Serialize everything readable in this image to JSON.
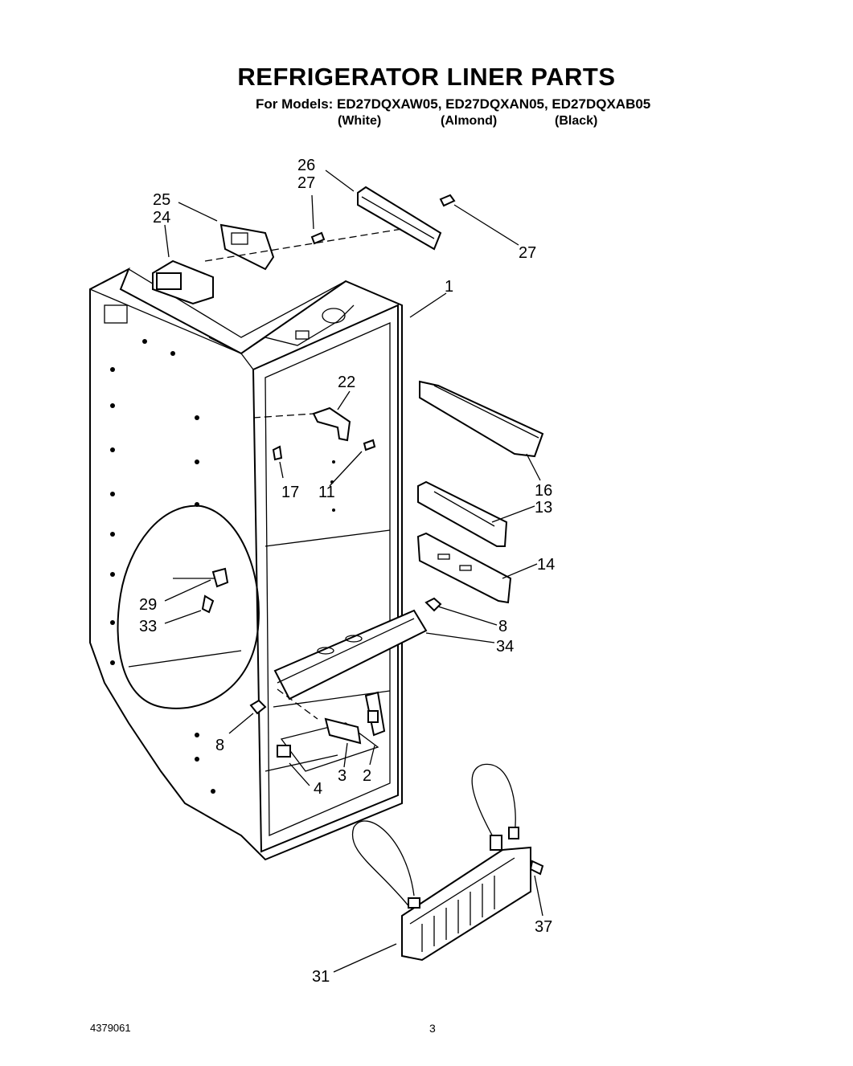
{
  "header": {
    "title": "REFRIGERATOR LINER PARTS",
    "models": "For Models: ED27DQXAW05, ED27DQXAN05, ED27DQXAB05",
    "variants": [
      "(White)",
      "(Almond)",
      "(Black)"
    ]
  },
  "callouts": [
    "26",
    "27",
    "25",
    "24",
    "27",
    "1",
    "22",
    "17",
    "11",
    "16",
    "13",
    "14",
    "29",
    "33",
    "8",
    "34",
    "8",
    "3",
    "2",
    "4",
    "37",
    "31"
  ],
  "footer": {
    "doc_number": "4379061",
    "page_number": "3"
  }
}
